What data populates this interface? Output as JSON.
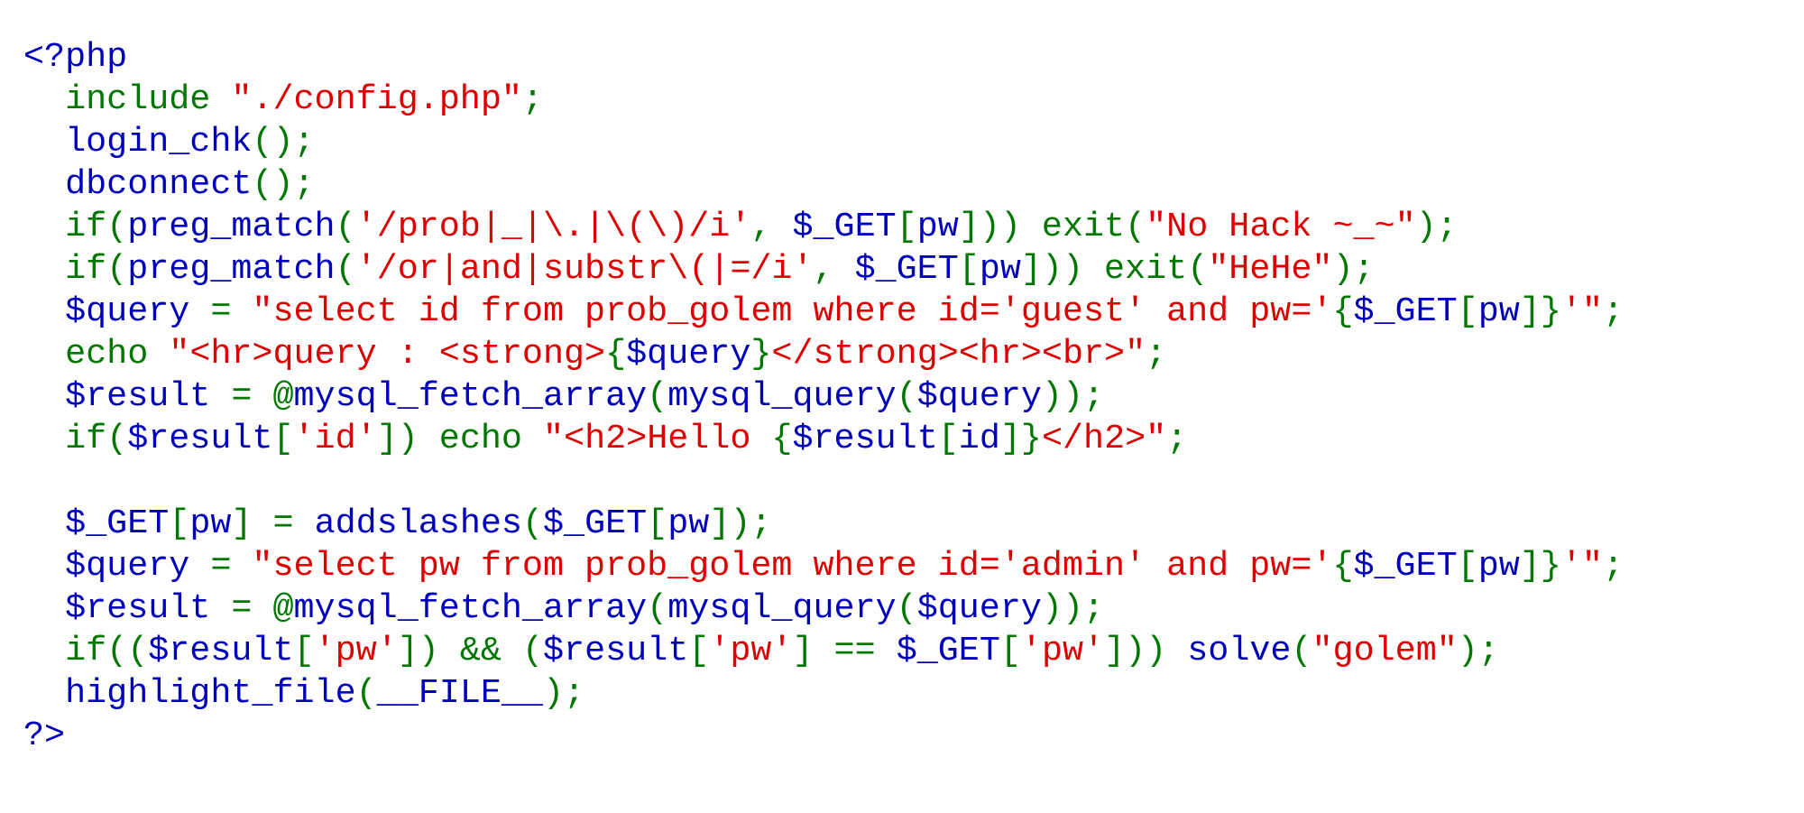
{
  "colors": {
    "background": "#FFFFFF",
    "default": "#0000BB",
    "keyword": "#007700",
    "string": "#DD0000"
  },
  "lines": [
    {
      "segments": [
        {
          "text": "<?php",
          "color": "default"
        }
      ]
    },
    {
      "segments": [
        {
          "text": "  include ",
          "color": "keyword"
        },
        {
          "text": "\"./config.php\"",
          "color": "string"
        },
        {
          "text": ";",
          "color": "keyword"
        }
      ]
    },
    {
      "segments": [
        {
          "text": "  login_chk",
          "color": "default"
        },
        {
          "text": "();",
          "color": "keyword"
        }
      ]
    },
    {
      "segments": [
        {
          "text": "  dbconnect",
          "color": "default"
        },
        {
          "text": "();",
          "color": "keyword"
        }
      ]
    },
    {
      "segments": [
        {
          "text": "  if(",
          "color": "keyword"
        },
        {
          "text": "preg_match",
          "color": "default"
        },
        {
          "text": "(",
          "color": "keyword"
        },
        {
          "text": "'/prob|_|\\.|\\(\\)/i'",
          "color": "string"
        },
        {
          "text": ", ",
          "color": "keyword"
        },
        {
          "text": "$_GET",
          "color": "default"
        },
        {
          "text": "[",
          "color": "keyword"
        },
        {
          "text": "pw",
          "color": "default"
        },
        {
          "text": "])) exit(",
          "color": "keyword"
        },
        {
          "text": "\"No Hack ~_~\"",
          "color": "string"
        },
        {
          "text": ");",
          "color": "keyword"
        }
      ]
    },
    {
      "segments": [
        {
          "text": "  if(",
          "color": "keyword"
        },
        {
          "text": "preg_match",
          "color": "default"
        },
        {
          "text": "(",
          "color": "keyword"
        },
        {
          "text": "'/or|and|substr\\(|=/i'",
          "color": "string"
        },
        {
          "text": ", ",
          "color": "keyword"
        },
        {
          "text": "$_GET",
          "color": "default"
        },
        {
          "text": "[",
          "color": "keyword"
        },
        {
          "text": "pw",
          "color": "default"
        },
        {
          "text": "])) exit(",
          "color": "keyword"
        },
        {
          "text": "\"HeHe\"",
          "color": "string"
        },
        {
          "text": ");",
          "color": "keyword"
        }
      ]
    },
    {
      "segments": [
        {
          "text": "  $query ",
          "color": "default"
        },
        {
          "text": "= ",
          "color": "keyword"
        },
        {
          "text": "\"select id from prob_golem where id='guest' and pw='",
          "color": "string"
        },
        {
          "text": "{",
          "color": "keyword"
        },
        {
          "text": "$_GET",
          "color": "default"
        },
        {
          "text": "[",
          "color": "keyword"
        },
        {
          "text": "pw",
          "color": "default"
        },
        {
          "text": "]}",
          "color": "keyword"
        },
        {
          "text": "'\"",
          "color": "string"
        },
        {
          "text": ";",
          "color": "keyword"
        }
      ]
    },
    {
      "segments": [
        {
          "text": "  echo ",
          "color": "keyword"
        },
        {
          "text": "\"<hr>query : <strong>",
          "color": "string"
        },
        {
          "text": "{",
          "color": "keyword"
        },
        {
          "text": "$query",
          "color": "default"
        },
        {
          "text": "}",
          "color": "keyword"
        },
        {
          "text": "</strong><hr><br>\"",
          "color": "string"
        },
        {
          "text": ";",
          "color": "keyword"
        }
      ]
    },
    {
      "segments": [
        {
          "text": "  $result ",
          "color": "default"
        },
        {
          "text": "= @",
          "color": "keyword"
        },
        {
          "text": "mysql_fetch_array",
          "color": "default"
        },
        {
          "text": "(",
          "color": "keyword"
        },
        {
          "text": "mysql_query",
          "color": "default"
        },
        {
          "text": "(",
          "color": "keyword"
        },
        {
          "text": "$query",
          "color": "default"
        },
        {
          "text": "));",
          "color": "keyword"
        }
      ]
    },
    {
      "segments": [
        {
          "text": "  if(",
          "color": "keyword"
        },
        {
          "text": "$result",
          "color": "default"
        },
        {
          "text": "[",
          "color": "keyword"
        },
        {
          "text": "'id'",
          "color": "string"
        },
        {
          "text": "]) echo ",
          "color": "keyword"
        },
        {
          "text": "\"<h2>Hello ",
          "color": "string"
        },
        {
          "text": "{",
          "color": "keyword"
        },
        {
          "text": "$result",
          "color": "default"
        },
        {
          "text": "[",
          "color": "keyword"
        },
        {
          "text": "id",
          "color": "default"
        },
        {
          "text": "]}",
          "color": "keyword"
        },
        {
          "text": "</h2>\"",
          "color": "string"
        },
        {
          "text": ";",
          "color": "keyword"
        }
      ]
    },
    {
      "segments": []
    },
    {
      "segments": [
        {
          "text": "  $_GET",
          "color": "default"
        },
        {
          "text": "[",
          "color": "keyword"
        },
        {
          "text": "pw",
          "color": "default"
        },
        {
          "text": "] = ",
          "color": "keyword"
        },
        {
          "text": "addslashes",
          "color": "default"
        },
        {
          "text": "(",
          "color": "keyword"
        },
        {
          "text": "$_GET",
          "color": "default"
        },
        {
          "text": "[",
          "color": "keyword"
        },
        {
          "text": "pw",
          "color": "default"
        },
        {
          "text": "]);",
          "color": "keyword"
        }
      ]
    },
    {
      "segments": [
        {
          "text": "  $query ",
          "color": "default"
        },
        {
          "text": "= ",
          "color": "keyword"
        },
        {
          "text": "\"select pw from prob_golem where id='admin' and pw='",
          "color": "string"
        },
        {
          "text": "{",
          "color": "keyword"
        },
        {
          "text": "$_GET",
          "color": "default"
        },
        {
          "text": "[",
          "color": "keyword"
        },
        {
          "text": "pw",
          "color": "default"
        },
        {
          "text": "]}",
          "color": "keyword"
        },
        {
          "text": "'\"",
          "color": "string"
        },
        {
          "text": ";",
          "color": "keyword"
        }
      ]
    },
    {
      "segments": [
        {
          "text": "  $result ",
          "color": "default"
        },
        {
          "text": "= @",
          "color": "keyword"
        },
        {
          "text": "mysql_fetch_array",
          "color": "default"
        },
        {
          "text": "(",
          "color": "keyword"
        },
        {
          "text": "mysql_query",
          "color": "default"
        },
        {
          "text": "(",
          "color": "keyword"
        },
        {
          "text": "$query",
          "color": "default"
        },
        {
          "text": "));",
          "color": "keyword"
        }
      ]
    },
    {
      "segments": [
        {
          "text": "  if((",
          "color": "keyword"
        },
        {
          "text": "$result",
          "color": "default"
        },
        {
          "text": "[",
          "color": "keyword"
        },
        {
          "text": "'pw'",
          "color": "string"
        },
        {
          "text": "]) && (",
          "color": "keyword"
        },
        {
          "text": "$result",
          "color": "default"
        },
        {
          "text": "[",
          "color": "keyword"
        },
        {
          "text": "'pw'",
          "color": "string"
        },
        {
          "text": "] == ",
          "color": "keyword"
        },
        {
          "text": "$_GET",
          "color": "default"
        },
        {
          "text": "[",
          "color": "keyword"
        },
        {
          "text": "'pw'",
          "color": "string"
        },
        {
          "text": "])) ",
          "color": "keyword"
        },
        {
          "text": "solve",
          "color": "default"
        },
        {
          "text": "(",
          "color": "keyword"
        },
        {
          "text": "\"golem\"",
          "color": "string"
        },
        {
          "text": ");",
          "color": "keyword"
        }
      ]
    },
    {
      "segments": [
        {
          "text": "  highlight_file",
          "color": "default"
        },
        {
          "text": "(",
          "color": "keyword"
        },
        {
          "text": "__FILE__",
          "color": "default"
        },
        {
          "text": ");",
          "color": "keyword"
        }
      ]
    },
    {
      "segments": [
        {
          "text": "?>",
          "color": "default"
        }
      ]
    }
  ]
}
